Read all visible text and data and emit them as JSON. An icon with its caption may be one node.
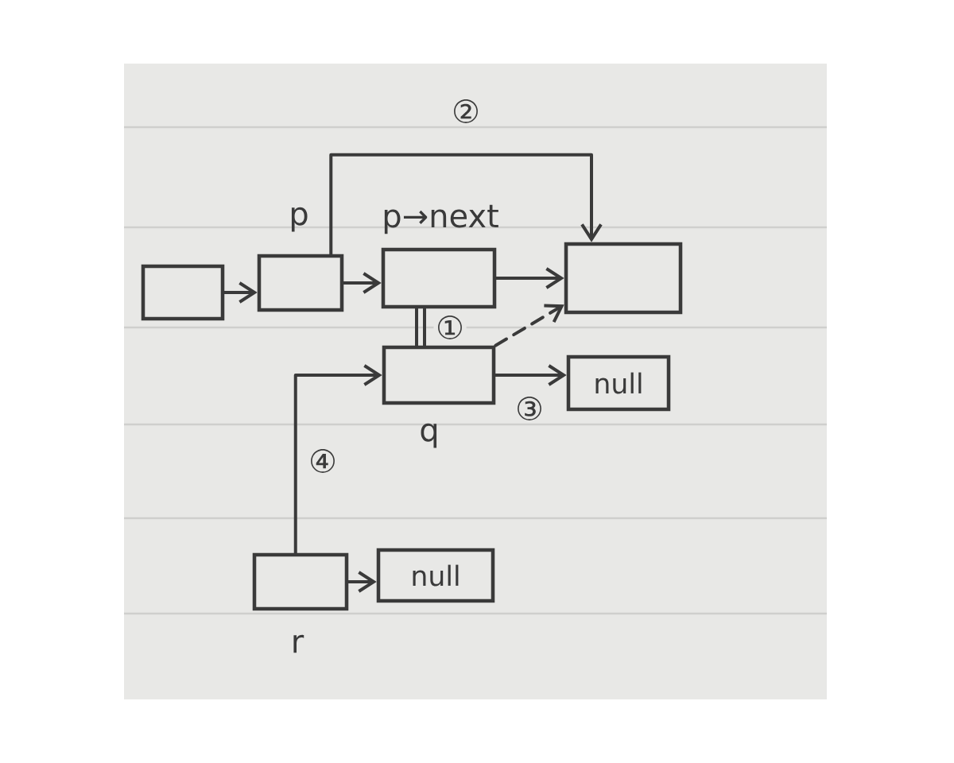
{
  "diagram": {
    "nodes": [
      {
        "text": [],
        "shape": "box"
      },
      {
        "text": [],
        "shape": "box",
        "beside": [
          "p"
        ]
      },
      {
        "text": [],
        "shape": "box",
        "beside": [
          "p→next"
        ]
      },
      {
        "text": [],
        "shape": "box"
      },
      {
        "text": [],
        "shape": "box",
        "beside": [
          "q"
        ]
      },
      {
        "text": [
          "null"
        ]
      },
      {
        "text": [],
        "shape": "box",
        "beside": [
          "r"
        ]
      },
      {
        "text": [
          "null"
        ]
      }
    ],
    "edges": [
      {
        "from": 0,
        "to": 1,
        "arrow": "to"
      },
      {
        "from": 1,
        "to": 2,
        "arrow": "to"
      },
      {
        "from": 2,
        "to": 3,
        "arrow": "to"
      },
      {
        "from": 2,
        "to": 4,
        "arrow": "none",
        "label": "①"
      },
      {
        "from": 4,
        "to": 3,
        "arrow": "to",
        "style": "dashed"
      },
      {
        "from": 1,
        "to": 3,
        "arrow": "to",
        "label": "②"
      },
      {
        "from": 4,
        "to": 5,
        "arrow": "to",
        "label": "③"
      },
      {
        "from": 6,
        "to": 7,
        "arrow": "to"
      },
      {
        "from": 6,
        "to": 4,
        "arrow": "to",
        "label": "④"
      }
    ]
  }
}
